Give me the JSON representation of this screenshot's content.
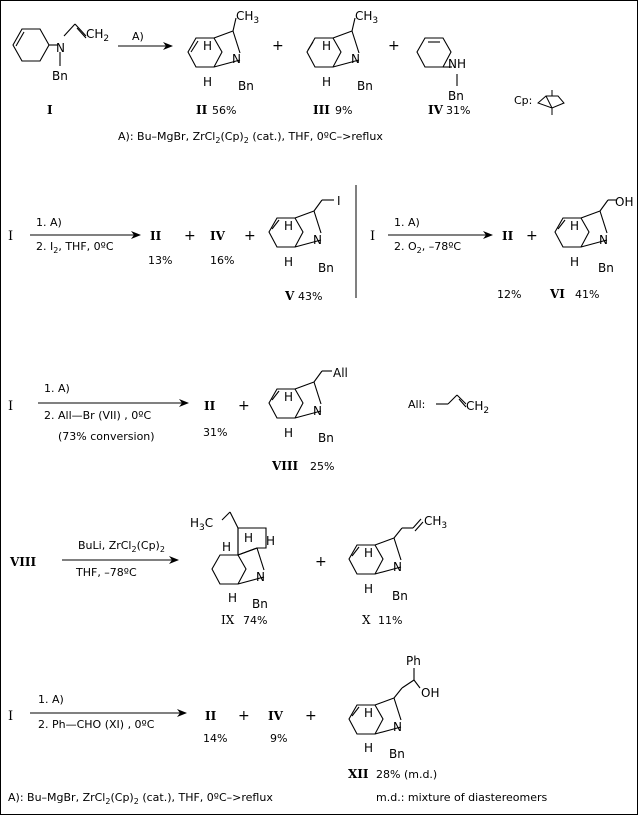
{
  "scheme1": {
    "I": "I",
    "II": "II",
    "III": "III",
    "IV": "IV",
    "II_yield": "56%",
    "III_yield": "9%",
    "IV_yield": "31%",
    "reagent": "A)",
    "cond_1": "A):  Bu–MgBr,  ZrCl",
    "cond_sub2": "2",
    "cond_2": "(Cp)",
    "cond_3": "(cat.),  THF,   0ºC–>reflux",
    "cp_label": "Cp:",
    "CH3": "CH3",
    "NH": "NH",
    "N": "N",
    "Bn": "Bn",
    "H": "H",
    "CH2": "CH2"
  },
  "scheme2": {
    "I": "I",
    "step1": "1. A)",
    "step2": "2. I",
    "step2b": ",  THF,   0ºC",
    "II": "II",
    "IV": "IV",
    "V": "V",
    "II_yield": "13%",
    "IV_yield": "16%",
    "V_yield": "43%",
    "I_atom": "I"
  },
  "scheme3": {
    "I": "I",
    "step1": "1. A)",
    "step2": "2. O",
    "step2b": ",  –78ºC",
    "II": "II",
    "VI": "VI",
    "II_yield": "12%",
    "VI_yield": "41%",
    "OH": "OH"
  },
  "scheme4": {
    "I": "I",
    "step1": "1. A)",
    "step2": "2.  All—Br   (VII) ,  0ºC",
    "step3": "(73% conversion)",
    "II": "II",
    "VIII": "VIII",
    "II_yield": "31%",
    "VIII_yield": "25%",
    "All": "All",
    "all_def": "All:"
  },
  "scheme5": {
    "VIII": "VIII",
    "reag1": "BuLi,  ZrCl",
    "reag1b": "(Cp)",
    "reag2": "THF,   –78ºC",
    "IX": "IX",
    "X": "X",
    "IX_yield": "74%",
    "X_yield": "11%",
    "H3C": "H3C",
    "CH3": "CH3"
  },
  "scheme6": {
    "I": "I",
    "step1": "1. A)",
    "step2": "2.  Ph—CHO  (XI) ,  0ºC",
    "II": "II",
    "IV": "IV",
    "XII": "XII",
    "II_yield": "14%",
    "IV_yield": "9%",
    "XII_yield": "28% (m.d.)",
    "Ph": "Ph",
    "OH": "OH",
    "footer_cond": "A):  Bu–MgBr,  ZrCl",
    "footer_cond2": "(Cp)",
    "footer_cond3": "(cat.),  THF,   0ºC–>reflux",
    "footer_md": "m.d.: mixture of diastereomers"
  }
}
